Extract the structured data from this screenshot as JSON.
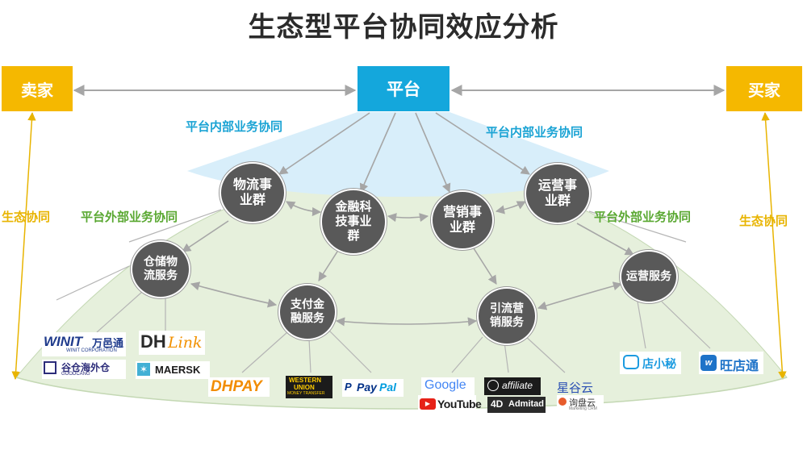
{
  "title": "生态型平台协同效应分析",
  "top": {
    "seller": "卖家",
    "platform": "平台",
    "buyer": "买家"
  },
  "labels": {
    "internal_left": "平台内部业务协同",
    "internal_right": "平台内部业务协同",
    "external_left": "平台外部业务协同",
    "external_right": "平台外部业务协同",
    "eco_left": "生态协同",
    "eco_right": "生态协同"
  },
  "nodes": {
    "logistics": "物流事业群",
    "finance": "金融科技事业群",
    "marketing": "营销事业群",
    "operations": "运营事业群",
    "warehouse": "仓储物流服务",
    "payment": "支付金融服务",
    "traffic": "引流营销服务",
    "op_service": "运营服务"
  },
  "logos": {
    "winit_main": "WINIT",
    "winit_cn": "万邑通",
    "winit_sub": "WINIT CORPORATION",
    "goodcang_cn": "谷仓海外仓",
    "goodcang_en": "GOODCANG",
    "dhlink_a": "DH",
    "dhlink_b": "Link",
    "maersk": "MAERSK",
    "dhpay": "DHPAY",
    "wu_a": "WESTERN",
    "wu_b": "UNION",
    "wu_c": "MONEY TRANSFER",
    "paypal_a": "Pay",
    "paypal_b": "Pal",
    "google": "Google",
    "youtube": "YouTube",
    "affiliate": "affiliate",
    "admitad": "Admitad",
    "xinggu": "星谷云",
    "xunpan": "询盘云",
    "xunpan_sub": "Marketing CRM",
    "dianxiaomi": "店小秘",
    "wangdiantong": "旺店通"
  },
  "colors": {
    "accent_blue": "#14a7dc",
    "accent_gold": "#f5b800",
    "label_green": "#5aa832",
    "node_gray": "#595959"
  }
}
